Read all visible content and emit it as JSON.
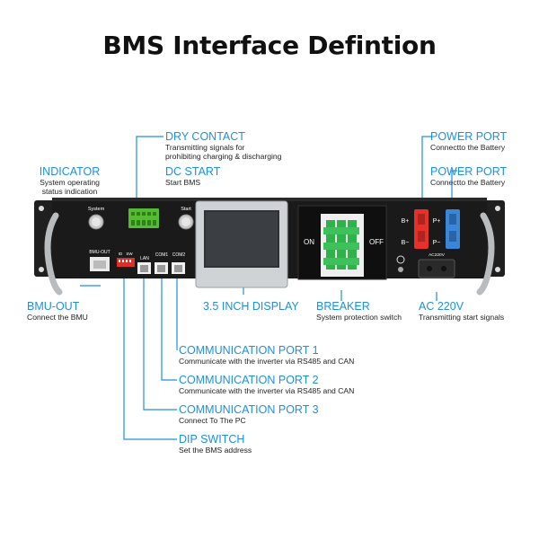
{
  "title": "BMS Interface Defintion",
  "colors": {
    "accent": "#1e8fe0",
    "panel": "#1a1a1a",
    "connector_green": "#55bb33",
    "breaker_green": "#2fb24a",
    "port_red": "#e4322b",
    "port_blue": "#3a86d8"
  },
  "annotations": {
    "dry_contact": {
      "title": "DRY CONTACT",
      "desc1": "Transmitting signals for",
      "desc2": "prohibiting charging & discharging"
    },
    "indicator": {
      "title": "INDICATOR",
      "desc1": "System operating",
      "desc2": "status indication"
    },
    "dc_start": {
      "title": "DC START",
      "desc1": "Start BMS"
    },
    "power_port_1": {
      "title": "POWER PORT",
      "desc1": "Connectto the Battery"
    },
    "power_port_2": {
      "title": "POWER PORT",
      "desc1": "Connectto the Battery"
    },
    "bmu_out": {
      "title": "BMU-OUT",
      "desc1": "Connect the BMU"
    },
    "display": {
      "title": "3.5 INCH DISPLAY"
    },
    "breaker": {
      "title": "BREAKER",
      "desc1": "System protection switch"
    },
    "ac_220v": {
      "title": "AC 220V",
      "desc1": "Transmitting start signals"
    },
    "com_port_1": {
      "title": "COMMUNICATION PORT 1",
      "desc1": "Communicate with the inverter via RS485 and CAN"
    },
    "com_port_2": {
      "title": "COMMUNICATION PORT 2",
      "desc1": "Communicate with the inverter via RS485 and CAN"
    },
    "com_port_3": {
      "title": "COMMUNICATION PORT 3",
      "desc1": "Connect To The PC"
    },
    "dip_switch": {
      "title": "DIP SWITCH",
      "desc1": "Set the BMS address"
    }
  },
  "panel_labels": {
    "system": "System",
    "start": "Start",
    "bmu_out": "BMU-OUT",
    "lan": "LAN",
    "com1": "COM1",
    "com2": "COM2",
    "on": "ON",
    "off": "OFF",
    "b_plus": "B+",
    "b_minus": "B−",
    "p_plus": "P+",
    "p_minus": "P−",
    "ac220v": "AC220V",
    "dip_id": "ID",
    "dip_sw": "SW"
  }
}
